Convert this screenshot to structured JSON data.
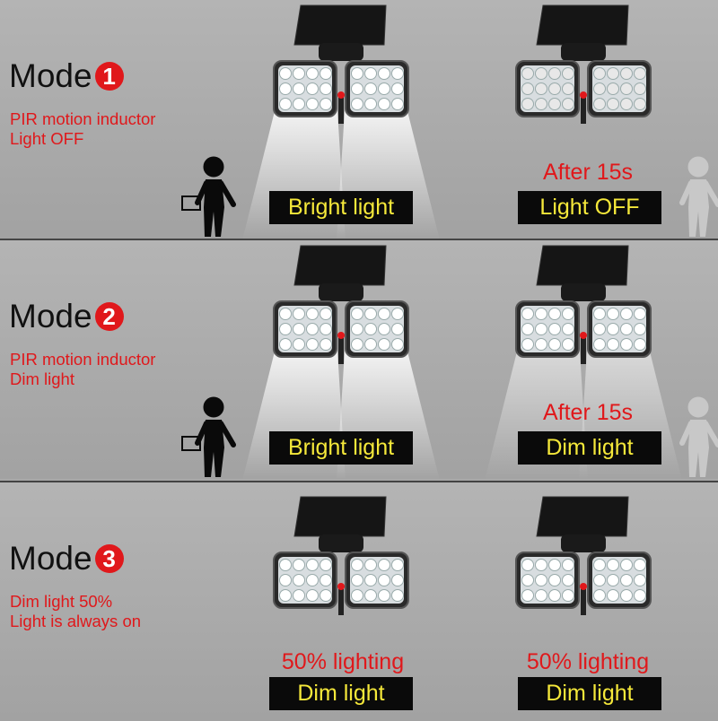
{
  "modes": [
    {
      "title": "Mode",
      "number": "1",
      "desc": [
        "PIR motion inductor",
        "Light OFF"
      ],
      "left": {
        "note": "",
        "label": "Bright light",
        "beam": "bright",
        "person": true
      },
      "right": {
        "note": "After 15s",
        "label": "Light OFF",
        "beam": "off",
        "person": true
      }
    },
    {
      "title": "Mode",
      "number": "2",
      "desc": [
        "PIR motion inductor",
        "Dim light"
      ],
      "left": {
        "note": "",
        "label": "Bright light",
        "beam": "bright",
        "person": true
      },
      "right": {
        "note": "After 15s",
        "label": "Dim light",
        "beam": "dim",
        "person": true
      }
    },
    {
      "title": "Mode",
      "number": "3",
      "desc": [
        "Dim light 50%",
        "Light is always on"
      ],
      "left": {
        "note": "50% lighting",
        "label": "Dim light",
        "beam": "none",
        "person": false
      },
      "right": {
        "note": "50% lighting",
        "label": "Dim light",
        "beam": "none",
        "person": false
      }
    }
  ],
  "colors": {
    "accent_red": "#e0181b",
    "label_text": "#f5e83a",
    "label_bg": "#0a0a0a"
  }
}
